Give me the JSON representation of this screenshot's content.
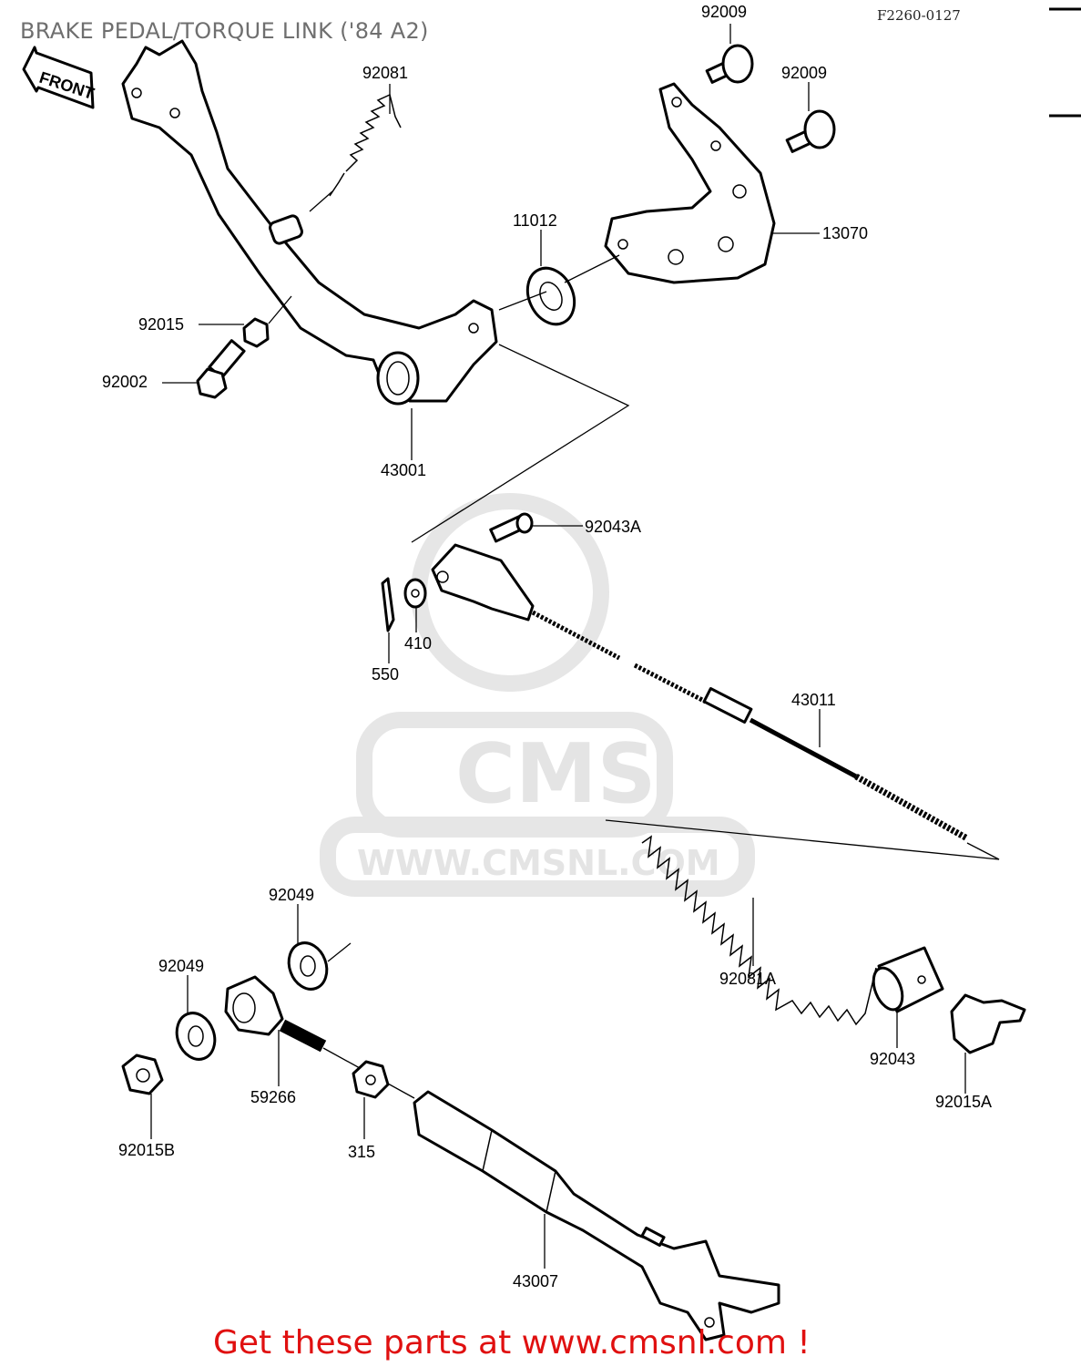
{
  "title": "BRAKE PEDAL/TORQUE LINK ('84 A2)",
  "figure_code": "F2260-0127",
  "front_label": "FRONT",
  "watermark": {
    "logo_text": "CMS",
    "url_text": "WWW.CMSNL.COM"
  },
  "call_to_action": "Get these parts at www.cmsnl.com !",
  "colors": {
    "title": "#6f6f6f",
    "cta": "#e01010",
    "line": "#000000",
    "watermark": "#e4e4e4"
  },
  "parts": [
    {
      "id": "p1",
      "number": "92009"
    },
    {
      "id": "p2",
      "number": "92009"
    },
    {
      "id": "p3",
      "number": "92081"
    },
    {
      "id": "p4",
      "number": "11012"
    },
    {
      "id": "p5",
      "number": "13070"
    },
    {
      "id": "p6",
      "number": "92015"
    },
    {
      "id": "p7",
      "number": "92002"
    },
    {
      "id": "p8",
      "number": "43001"
    },
    {
      "id": "p9",
      "number": "92043A"
    },
    {
      "id": "p10",
      "number": "410"
    },
    {
      "id": "p11",
      "number": "550"
    },
    {
      "id": "p12",
      "number": "43011"
    },
    {
      "id": "p13",
      "number": "92049"
    },
    {
      "id": "p14",
      "number": "92049"
    },
    {
      "id": "p15",
      "number": "92081A"
    },
    {
      "id": "p16",
      "number": "92043"
    },
    {
      "id": "p17",
      "number": "92015A"
    },
    {
      "id": "p18",
      "number": "59266"
    },
    {
      "id": "p19",
      "number": "92015B"
    },
    {
      "id": "p20",
      "number": "315"
    },
    {
      "id": "p21",
      "number": "43007"
    }
  ]
}
